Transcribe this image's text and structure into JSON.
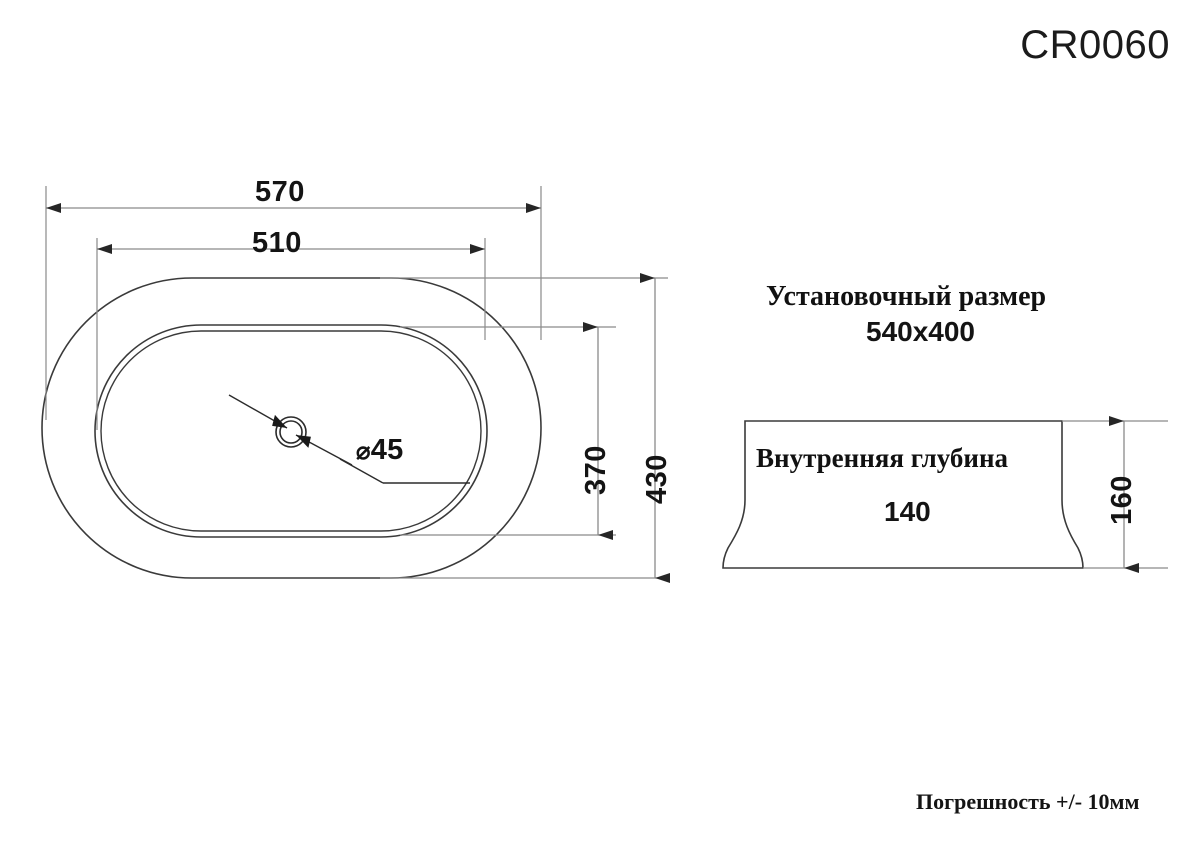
{
  "drawing": {
    "title_code": "CR0060",
    "product_type": "oval countertop washbasin technical drawing",
    "views": {
      "top_view": {
        "name": "top-view",
        "outer_dimension_label": "570",
        "inner_dimension_label": "510",
        "outer_depth_label": "430",
        "inner_depth_label": "370",
        "drain_label": "⌀ 45",
        "drain_symbol": "⌀",
        "drain_value": "45"
      },
      "side_view": {
        "name": "side-view",
        "height_label": "160",
        "depth_note_title": "Внутренняя глубина",
        "depth_note_value": "140"
      }
    },
    "notes": {
      "install_title": "Установочный размер",
      "install_value": "540x400",
      "tolerance": "Погрешность +/- 10мм"
    },
    "colors": {
      "background": "#ffffff",
      "outline": "#333333",
      "dimension_line": "#8a8a8a",
      "text": "#141414"
    }
  }
}
